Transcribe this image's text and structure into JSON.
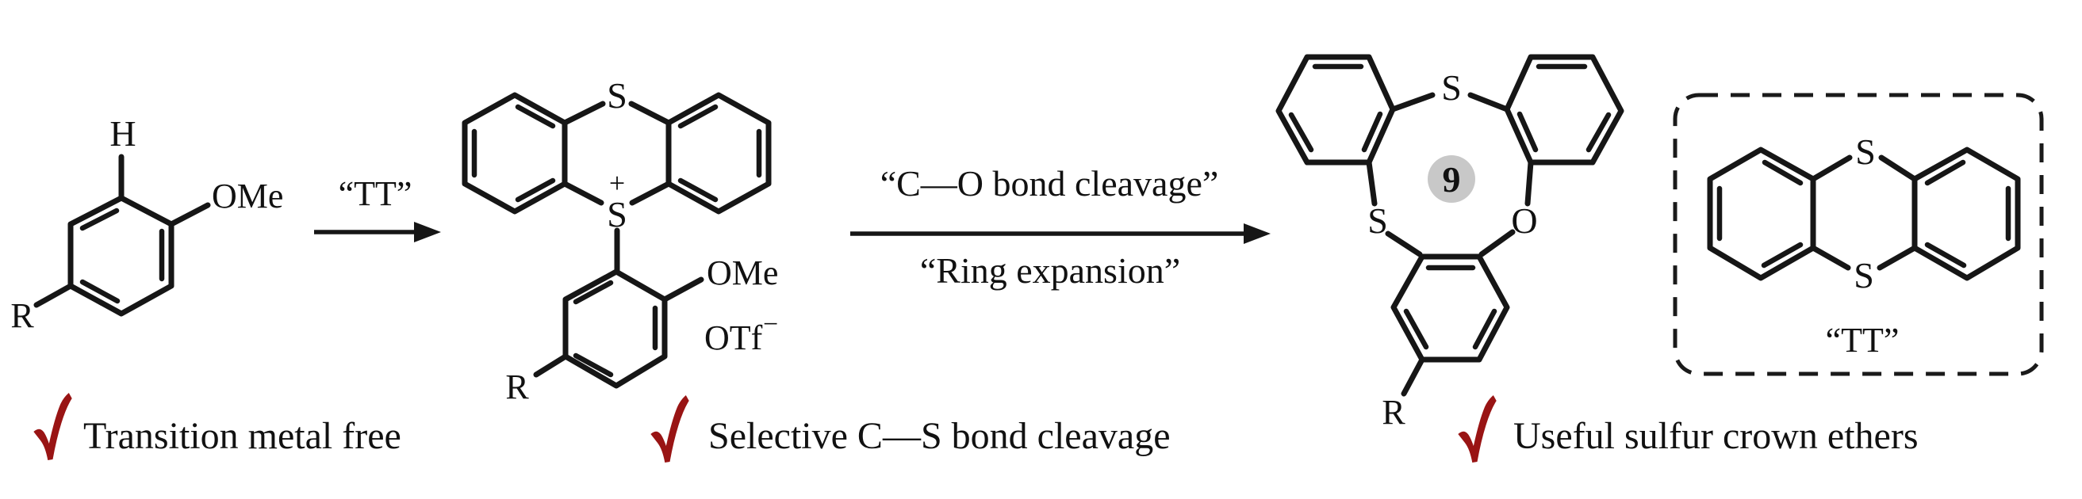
{
  "scheme": {
    "reactant": {
      "top_label": "H",
      "right_label": "OMe",
      "left_label": "R"
    },
    "step1_arrow": {
      "label": "“TT”"
    },
    "salt": {
      "s_top": "S",
      "charge": "+",
      "s_bottom": "S",
      "ome": "OMe",
      "counterion": "OTf",
      "counterion_charge": "−",
      "r": "R"
    },
    "step2_arrow": {
      "line1": "“C—O bond cleavage”",
      "line2": "“Ring expansion”"
    },
    "product": {
      "s_top": "S",
      "s_left": "S",
      "o_right": "O",
      "compound_number": "9",
      "r": "R"
    },
    "tt_box": {
      "s_top": "S",
      "s_bottom": "S",
      "caption": "“TT”"
    }
  },
  "highlights": [
    {
      "label": "Transition metal free"
    },
    {
      "label": "Selective C—S bond cleavage"
    },
    {
      "label": "Useful sulfur crown ethers"
    }
  ],
  "colors": {
    "bond": "#161616",
    "checkmark": "#991414",
    "badge": "#c8c8c8"
  }
}
